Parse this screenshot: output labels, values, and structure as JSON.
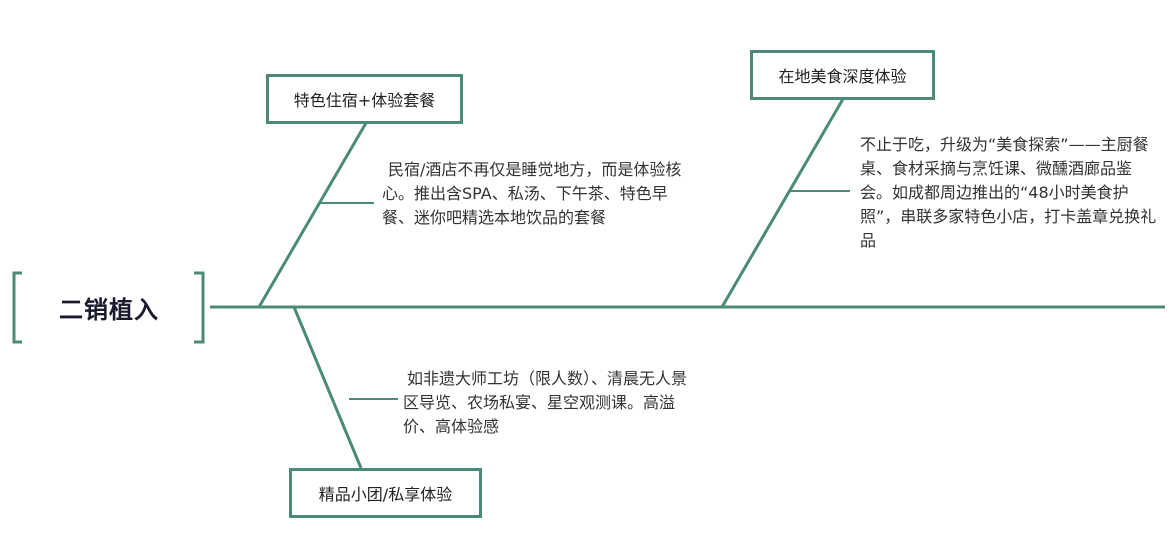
{
  "root": {
    "title": "二销植入"
  },
  "branches": [
    {
      "id": "b1",
      "title": "特色住宿+体验套餐",
      "desc": "民宿/酒店不再仅是睡觉地方，而是体验核心。推出含SPA、私汤、下午茶、特色早餐、迷你吧精选本地饮品的套餐"
    },
    {
      "id": "b2",
      "title": "在地美食深度体验",
      "desc": "不止于吃，升级为“美食探索”——主厨餐桌、食材采摘与烹饪课、微醺酒廊品鉴会。如成都周边推出的“48小时美食护照”，串联多家特色小店，打卡盖章兑换礼品"
    },
    {
      "id": "b3",
      "title": "精品小团/私享体验",
      "desc": "如非遗大师工坊（限人数）、清晨无人景区导览、农场私宴、星空观测课。高溢价、高体验感"
    }
  ],
  "colors": {
    "line": "#4a8a78",
    "box_border": "#4a8a78",
    "text": "#333333"
  }
}
